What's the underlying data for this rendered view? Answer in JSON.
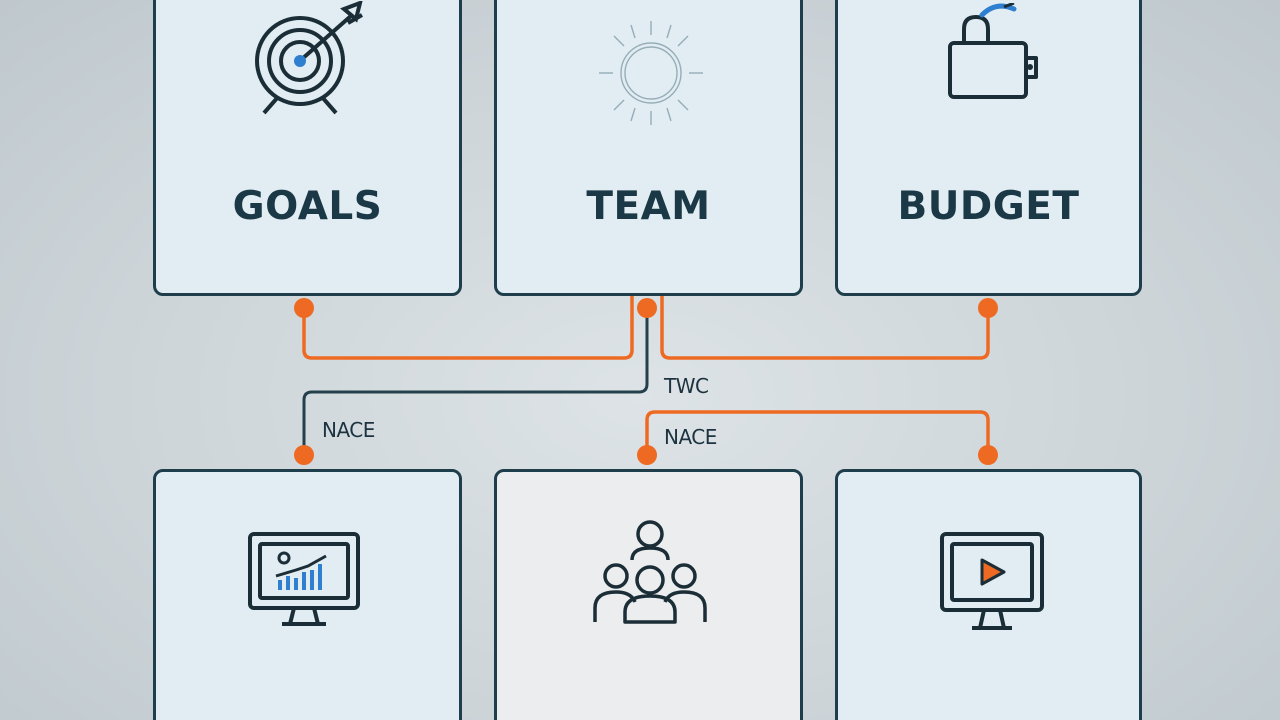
{
  "cards_top": [
    {
      "label": "GOALS",
      "icon": "target-arrow-icon"
    },
    {
      "label": "TEAM",
      "icon": "sun-sketch-icon"
    },
    {
      "label": "BUDGET",
      "icon": "wallet-icon"
    }
  ],
  "cards_bottom": [
    {
      "icon": "monitor-chart-icon"
    },
    {
      "icon": "people-group-icon"
    },
    {
      "icon": "monitor-play-icon"
    }
  ],
  "connector_labels": {
    "a": "TWC",
    "b": "NACE",
    "c": "NACE"
  },
  "colors": {
    "background": "#c9d1d5",
    "card_fill": "#e1edf2",
    "card_fill_light": "#ecedef",
    "card_border": "#1f3e4c",
    "wire_orange": "#ee6a23",
    "wire_dark": "#25404d",
    "icon_accent": "#2f7fd0"
  }
}
